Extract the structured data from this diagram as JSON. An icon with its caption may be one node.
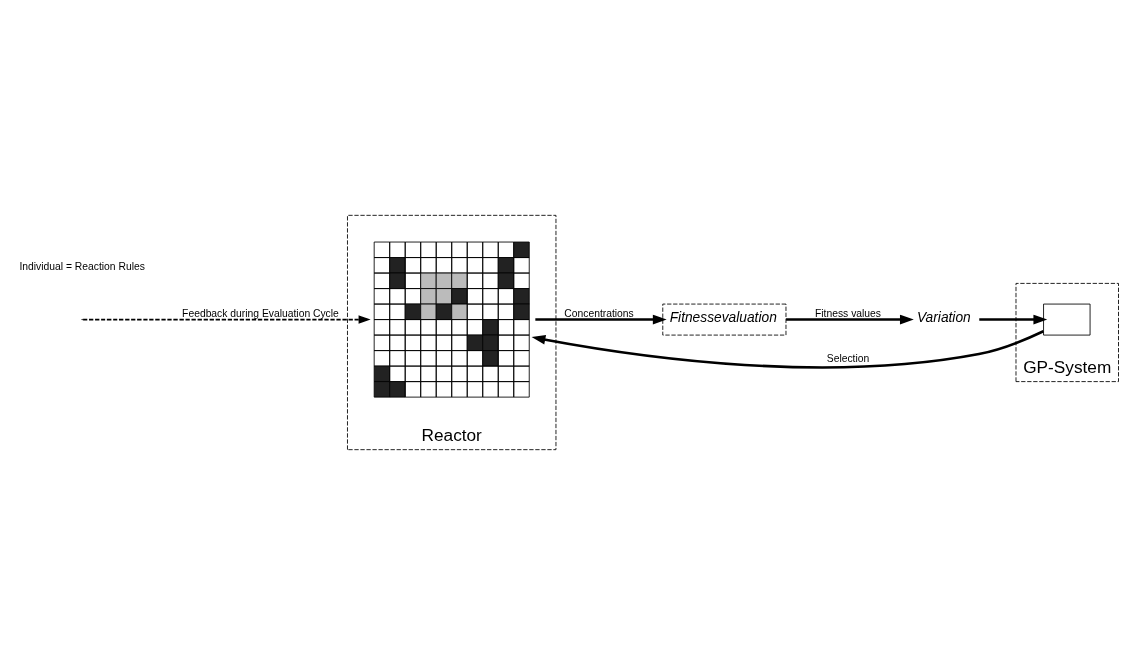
{
  "diagram": {
    "nodes": [
      {
        "text": [
          "Reactor"
        ]
      },
      {
        "text": [],
        "shape": "picture",
        "in": 0
      },
      {
        "text": [
          "GP-System"
        ]
      },
      {
        "text": [],
        "shape": "box",
        "in": 2
      },
      {
        "text": [
          "Fitnessevaluation"
        ]
      },
      {
        "text": [
          "Variation"
        ]
      }
    ],
    "edges": [
      {
        "from": 3,
        "to": 1,
        "arrow": "to",
        "label": "Selection"
      },
      {
        "from": 1,
        "to": 4,
        "arrow": "to",
        "label": "Concentrations"
      },
      {
        "from": 4,
        "to": 5,
        "arrow": "to",
        "label": "Fitness values"
      },
      {
        "from": 5,
        "to": 3,
        "arrow": "to"
      },
      {
        "from": null,
        "to": 1,
        "arrow": "to",
        "label": "Feedback during Evaluation Cycle",
        "style": "dashed"
      }
    ],
    "labels": [
      "Individual = Reaction Rules"
    ]
  }
}
